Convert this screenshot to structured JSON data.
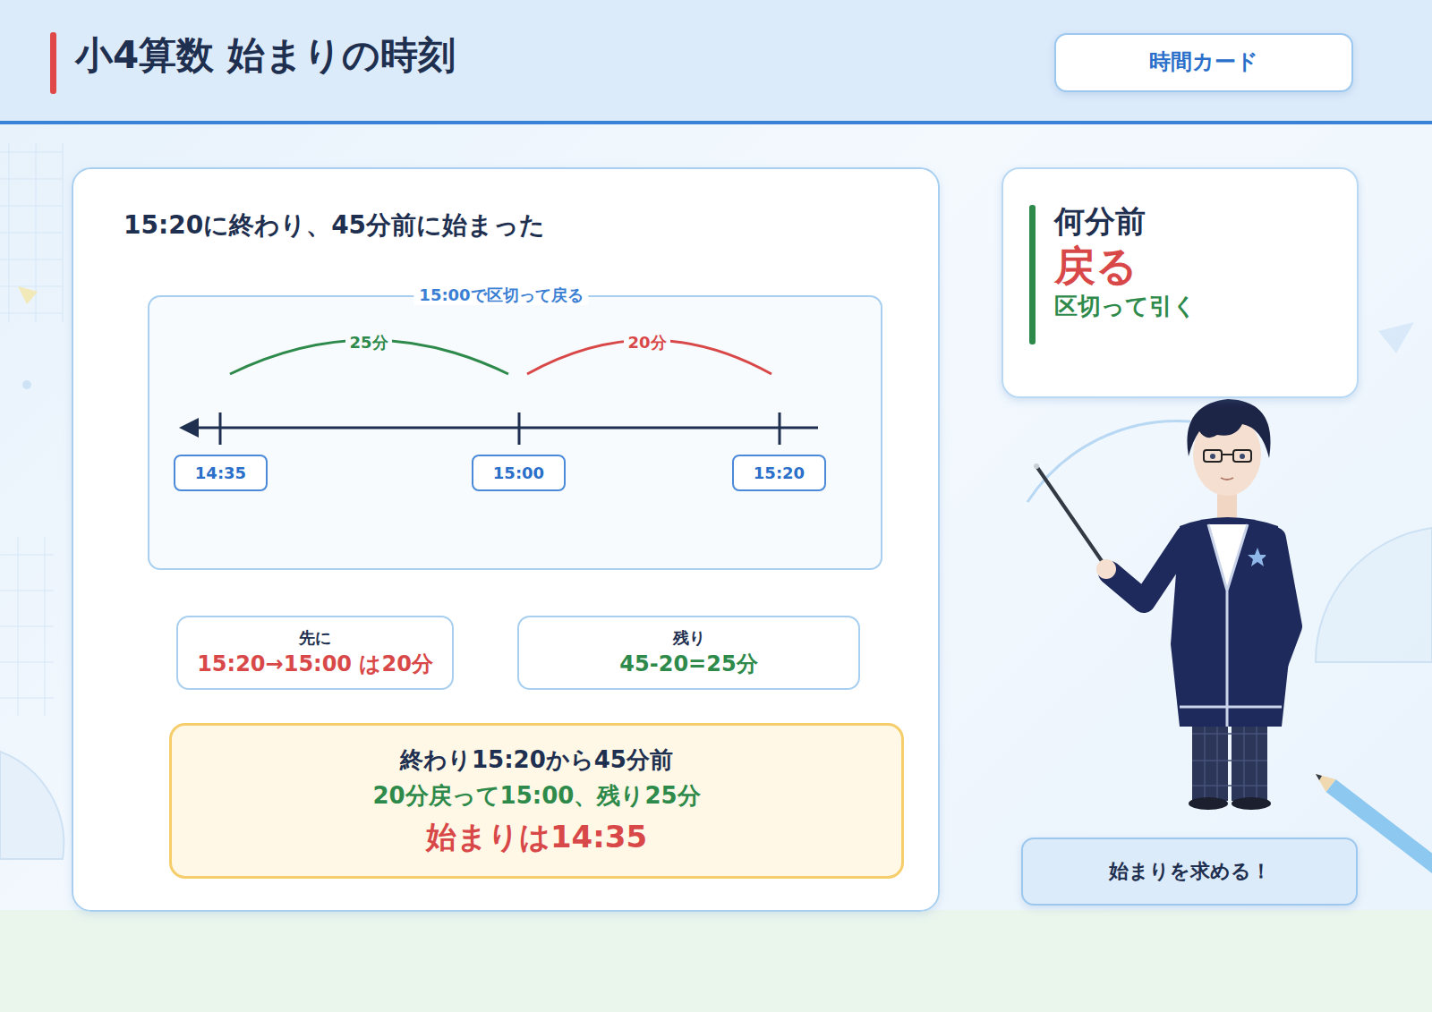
{
  "diagram": {
    "title": "小4算数 始まりの時刻",
    "nodes": [
      {
        "text": [
          "時間カード"
        ]
      },
      {
        "text": [
          "15:20に終わり、45分前に始まった"
        ]
      },
      {
        "text": [
          "15:00で区切って戻る"
        ],
        "in": 1
      },
      {
        "text": [
          "14:35"
        ],
        "in": 2
      },
      {
        "text": [
          "15:00"
        ],
        "in": 2
      },
      {
        "text": [
          "15:20"
        ],
        "in": 2
      },
      {
        "text": [
          "先に",
          "15:20→15:00 は20分"
        ],
        "in": 1
      },
      {
        "text": [
          "残り",
          "45-20=25分"
        ],
        "in": 1
      },
      {
        "text": [
          "終わり15:20から45分前",
          "20分戻って15:00、残り25分",
          "始まりは14:35"
        ],
        "in": 1
      },
      {
        "text": [
          "何分前",
          "戻る",
          "区切って引く"
        ]
      },
      {
        "text": [
          "始まりを求める！"
        ]
      }
    ],
    "labels": [
      "25分",
      "20分"
    ]
  }
}
